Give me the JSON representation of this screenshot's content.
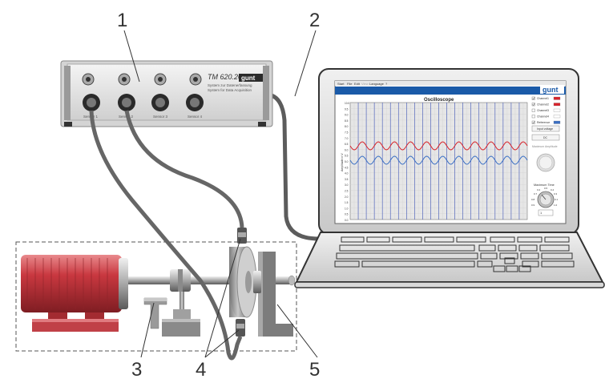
{
  "labels": {
    "l1": "1",
    "l2": "2",
    "l3": "3",
    "l4": "4",
    "l5": "5"
  },
  "device": {
    "model": "TM 620.20",
    "brand": "gunt",
    "desc_de": "System zur Datenerfassung",
    "desc_en": "System for Data Acquisition",
    "sensors": [
      "Sensor 1",
      "Sensor 2",
      "Sensor 3",
      "Sensor 4"
    ]
  },
  "screen": {
    "menu": [
      "Start",
      "File",
      "Edit",
      "View",
      "Language",
      "?"
    ],
    "brand": "gunt",
    "title": "Oscilloscope",
    "ylabel": "Amplitude in V",
    "yticks": [
      "10.0",
      "9.5",
      "9.0",
      "8.5",
      "8.0",
      "7.5",
      "7.0",
      "6.5",
      "6.0",
      "5.5",
      "5.0",
      "4.5",
      "4.0",
      "3.5",
      "3.0",
      "2.5",
      "2.0",
      "1.5",
      "1.0",
      "0.5",
      "0.0"
    ],
    "channels": [
      {
        "label": "Channel1",
        "checked": true
      },
      {
        "label": "Channel2",
        "checked": true
      },
      {
        "label": "Channel3",
        "checked": false
      },
      {
        "label": "Channel4",
        "checked": false
      },
      {
        "label": "Reference",
        "checked": true
      }
    ],
    "btn_input_voltage": "Input voltage",
    "btn_dc": "DC",
    "knob1_label": "Maximum Amplitude",
    "knob2_label": "Maximum Time",
    "knob2_ticks": [
      "0.2",
      "0.5",
      "0.4",
      "0.7",
      "0.3",
      "0.8",
      "0.1",
      "0.9",
      "1.0"
    ],
    "time_value": "1",
    "colors": {
      "red": "#d8222a",
      "blue": "#3a6fc4",
      "accent": "#1a5aa8"
    }
  }
}
